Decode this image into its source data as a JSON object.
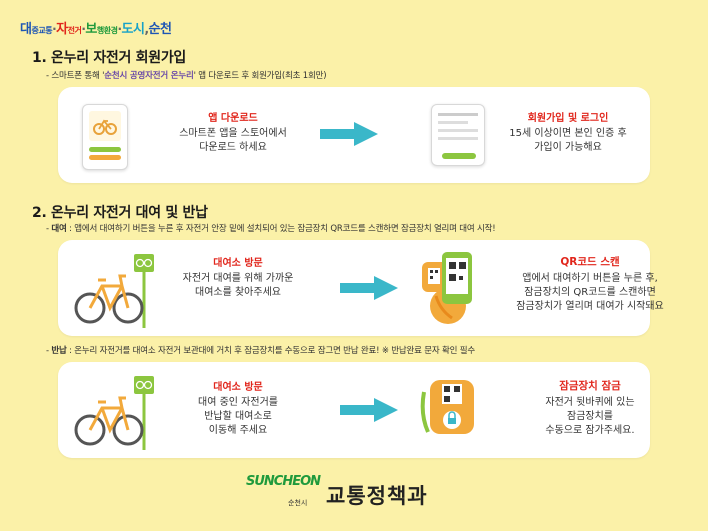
{
  "brand": {
    "parts": [
      "대",
      "중교통",
      "·",
      "자",
      "전거",
      "·",
      "보",
      "행환경",
      "·",
      "도시",
      ",",
      "순천"
    ],
    "colors": [
      "#1e56b4",
      "#1e56b4",
      "#666666",
      "#e1261c",
      "#e1261c",
      "#666666",
      "#1f9a3c",
      "#1f9a3c",
      "#666666",
      "#17a2c8",
      "#666666",
      "#1e56b4"
    ]
  },
  "section1": {
    "heading": "1. 온누리 자전거 회원가입",
    "note_prefix": "- 스마트폰 통해 '",
    "note_highlight": "순천시 공영자전거 온누리",
    "note_suffix": "' 앱 다운로드 후 회원가입(최초 1회만)",
    "step1_title": "앱 다운로드",
    "step1_line1": "스마트폰 앱을 스토어에서",
    "step1_line2": "다운로드 하세요",
    "step2_title": "회원가입 및 로그인",
    "step2_line1": "15세 이상이면 본인 인증 후",
    "step2_line2": "가입이 가능해요"
  },
  "section2": {
    "heading": "2. 온누리 자전거 대여 및 반납",
    "rent_label": "대여",
    "rent_note": " : 앱에서 대여하기 버튼을 누른 후 자전거 안장 밑에 설치되어 있는 잠금장치 QR코드를 스캔하면 잠금장치 열리며 대여 시작!",
    "rent_step1_title": "대여소 방문",
    "rent_step1_line1": "자전거 대여를 위해 가까운",
    "rent_step1_line2": "대여소를 찾아주세요",
    "rent_step2_title": "QR코드 스캔",
    "rent_step2_line1": "앱에서 대여하기 버튼을 누른 후,",
    "rent_step2_line2": "잠금장치의 QR코드를 스캔하면",
    "rent_step2_line3": "잠금장치가 열리며 대여가 시작돼요",
    "return_label": "반납",
    "return_note": " : 온누리 자전거를 대여소 자전거 보관대에 거치 후 잠금장치를 수동으로 잠그면 반납 완료! ※ 반납완료 문자 확인 필수",
    "return_step1_title": "대여소 방문",
    "return_step1_line1": "대여 중인 자전거를",
    "return_step1_line2": "반납할 대여소로",
    "return_step1_line3": "이동해 주세요",
    "return_step2_title": "잠금장치 잠금",
    "return_step2_line1": "자전거 뒷바퀴에 있는",
    "return_step2_line2": "잠금장치를",
    "return_step2_line3": "수동으로 잠가주세요."
  },
  "footer": {
    "logo_text": "SUNCHEON",
    "logo_city": "순천시",
    "dept": "교통정책과"
  }
}
